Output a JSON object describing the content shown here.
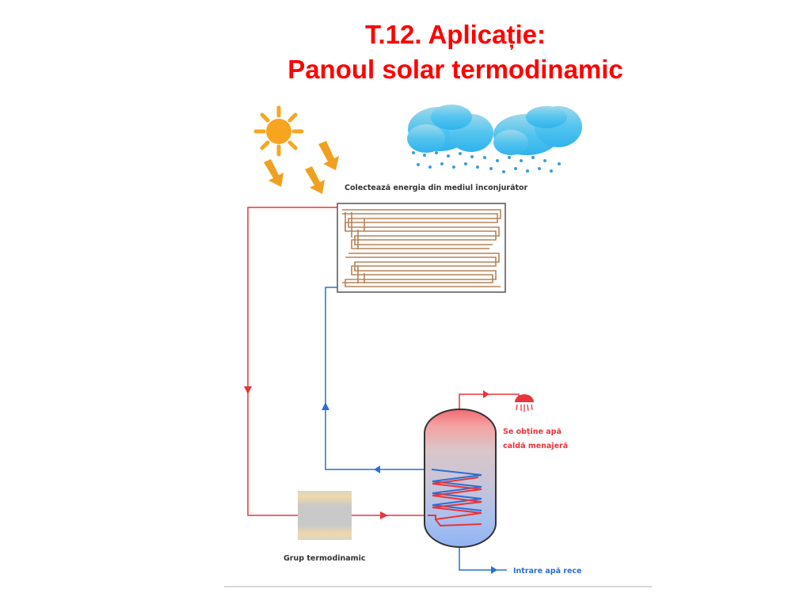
{
  "title": {
    "line1": "T.12. Aplicație:",
    "line2": "Panoul solar termodinamic"
  },
  "diagram": {
    "collector_label": "Colectează energia din mediul înconjurător",
    "hot_water_line1": "Se obține apă",
    "hot_water_line2": "caldă menajeră",
    "cold_water_label": "Intrare apă rece",
    "heat_pump_label": "Grup termodinamic"
  },
  "colors": {
    "title": "#ff0000",
    "hot_pipe": "#e8343a",
    "cold_pipe": "#2a6fd6",
    "collector_pipe": "#b5835a",
    "sun": "#f5a623"
  }
}
